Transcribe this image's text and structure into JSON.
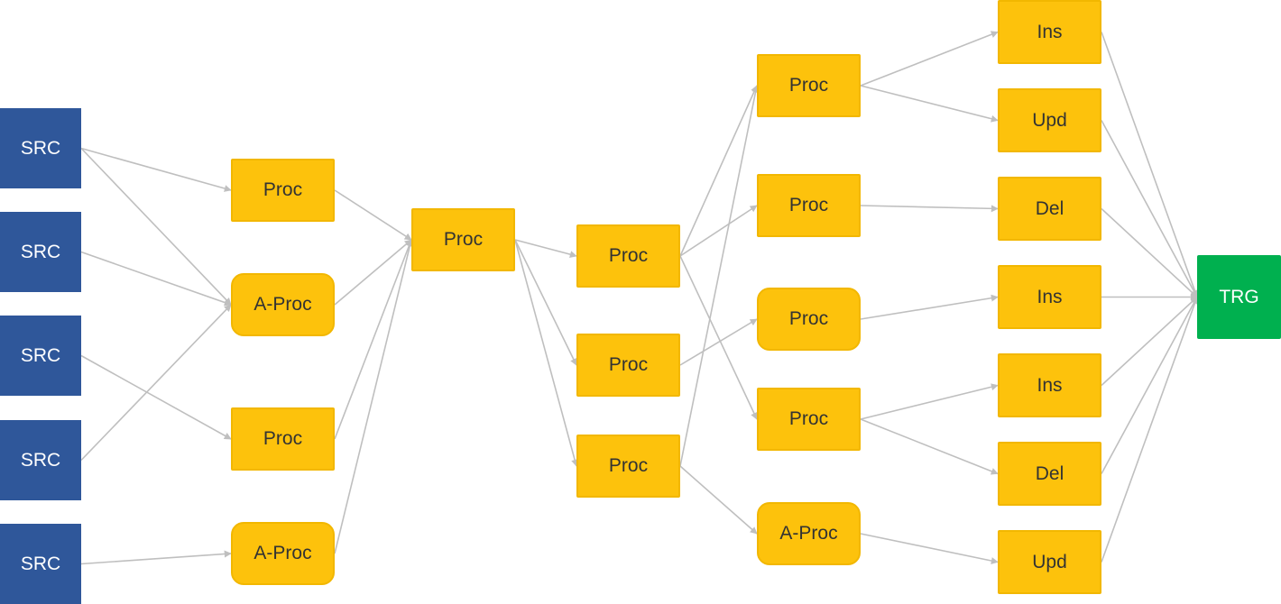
{
  "colors": {
    "source": "#2f579a",
    "process": "#fdc20c",
    "target": "#00b04f",
    "edge": "#bfbfbf"
  },
  "nodes": {
    "src1": "SRC",
    "src2": "SRC",
    "src3": "SRC",
    "src4": "SRC",
    "src5": "SRC",
    "p1": "Proc",
    "ap1": "A-Proc",
    "p2": "Proc",
    "ap2": "A-Proc",
    "pm": "Proc",
    "p3a": "Proc",
    "p3b": "Proc",
    "p3c": "Proc",
    "p4a": "Proc",
    "p4b": "Proc",
    "p4c": "Proc",
    "p4d": "Proc",
    "ap4": "A-Proc",
    "o1": "Ins",
    "o2": "Upd",
    "o3": "Del",
    "o4": "Ins",
    "o5": "Ins",
    "o6": "Del",
    "o7": "Upd",
    "trg": "TRG"
  },
  "edges": [
    [
      "src1",
      "p1"
    ],
    [
      "src1",
      "ap1"
    ],
    [
      "src2",
      "ap1"
    ],
    [
      "src3",
      "p2"
    ],
    [
      "src4",
      "ap1"
    ],
    [
      "src5",
      "ap2"
    ],
    [
      "p1",
      "pm"
    ],
    [
      "ap1",
      "pm"
    ],
    [
      "p2",
      "pm"
    ],
    [
      "ap2",
      "pm"
    ],
    [
      "pm",
      "p3a"
    ],
    [
      "pm",
      "p3b"
    ],
    [
      "pm",
      "p3c"
    ],
    [
      "p3a",
      "p4a"
    ],
    [
      "p3a",
      "p4b"
    ],
    [
      "p3a",
      "p4d"
    ],
    [
      "p3b",
      "p4c"
    ],
    [
      "p3c",
      "p4a"
    ],
    [
      "p3c",
      "ap4"
    ],
    [
      "p4a",
      "o1"
    ],
    [
      "p4a",
      "o2"
    ],
    [
      "p4b",
      "o3"
    ],
    [
      "p4c",
      "o4"
    ],
    [
      "p4d",
      "o5"
    ],
    [
      "p4d",
      "o6"
    ],
    [
      "ap4",
      "o7"
    ],
    [
      "o1",
      "trg"
    ],
    [
      "o2",
      "trg"
    ],
    [
      "o3",
      "trg"
    ],
    [
      "o4",
      "trg"
    ],
    [
      "o5",
      "trg"
    ],
    [
      "o6",
      "trg"
    ],
    [
      "o7",
      "trg"
    ]
  ]
}
